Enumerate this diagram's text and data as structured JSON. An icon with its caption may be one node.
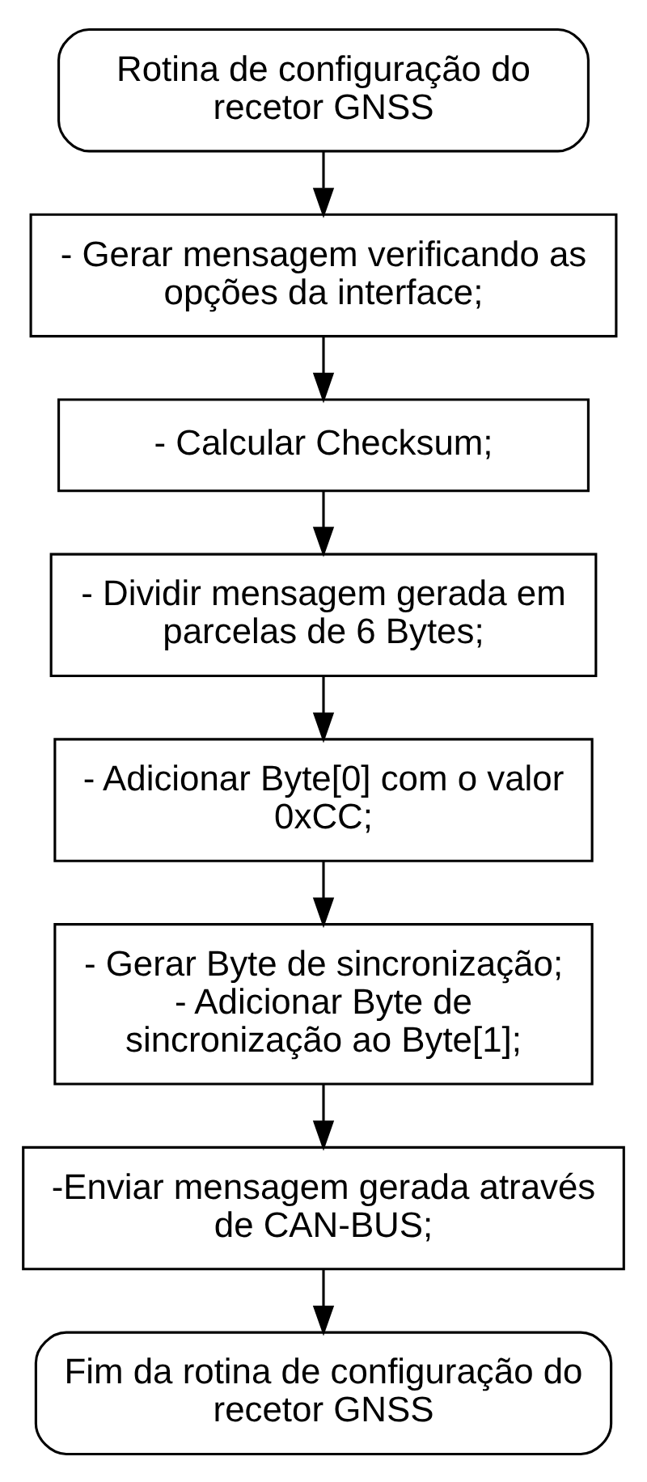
{
  "diagram": {
    "nodes": [
      {
        "text": [
          "Rotina de configuração do recetor GNSS"
        ]
      },
      {
        "text": [
          "- Gerar mensagem verificando as opções da interface;"
        ]
      },
      {
        "text": [
          "- Calcular Checksum;"
        ]
      },
      {
        "text": [
          "- Dividir mensagem gerada em parcelas de 6 Bytes;"
        ]
      },
      {
        "text": [
          "- Adicionar Byte[0] com o valor 0xCC;"
        ]
      },
      {
        "text": [
          "- Gerar Byte de sincronização;",
          "- Adicionar Byte de sincronização ao Byte[1];"
        ]
      },
      {
        "text": [
          "-Enviar mensagem gerada através de CAN-BUS;"
        ]
      },
      {
        "text": [
          "Fim da rotina de configuração do recetor GNSS"
        ]
      }
    ],
    "edges": [
      {
        "from": 0,
        "to": 1,
        "arrow": "to"
      },
      {
        "from": 1,
        "to": 2,
        "arrow": "to"
      },
      {
        "from": 2,
        "to": 3,
        "arrow": "to"
      },
      {
        "from": 3,
        "to": 4,
        "arrow": "to"
      },
      {
        "from": 4,
        "to": 5,
        "arrow": "to"
      },
      {
        "from": 5,
        "to": 6,
        "arrow": "to"
      },
      {
        "from": 6,
        "to": 7,
        "arrow": "to"
      }
    ]
  }
}
